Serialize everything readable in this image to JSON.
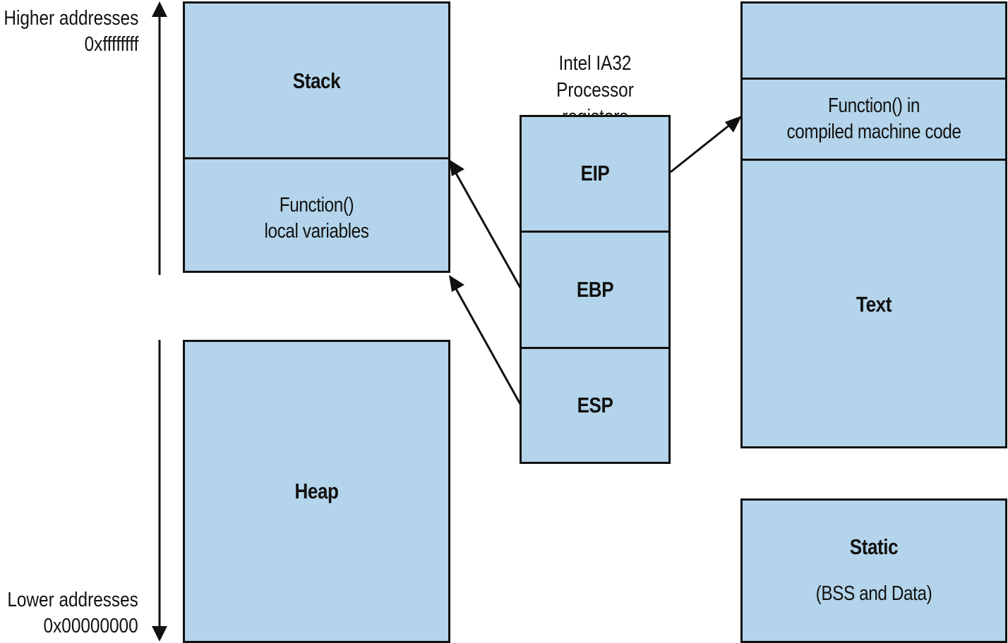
{
  "address_labels": {
    "higher_title": "Higher addresses",
    "higher_value": "0xffffffff",
    "lower_title": "Lower addresses",
    "lower_value": "0x00000000"
  },
  "stack": {
    "title": "Stack",
    "frame_line1": "Function()",
    "frame_line2": "local variables"
  },
  "heap": {
    "title": "Heap"
  },
  "registers": {
    "caption_line1": "Intel IA32",
    "caption_line2": "Processor registers",
    "eip": "EIP",
    "ebp": "EBP",
    "esp": "ESP"
  },
  "text_segment": {
    "code_line1": "Function() in",
    "code_line2": "compiled machine code",
    "title": "Text"
  },
  "static_segment": {
    "title": "Static",
    "subtitle": "(BSS and Data)"
  },
  "colors": {
    "fill": "#b3d4ea",
    "stroke": "#111111"
  }
}
